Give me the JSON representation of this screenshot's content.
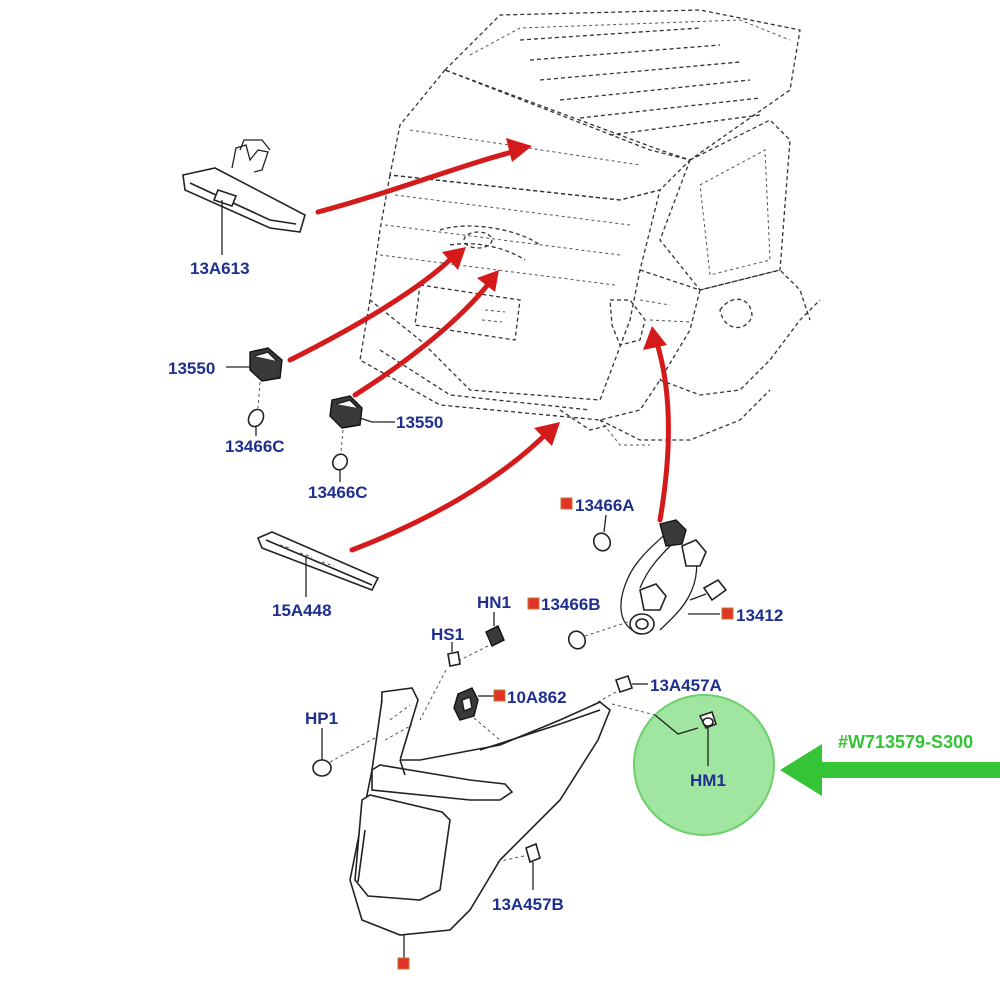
{
  "labels": {
    "p13A613": "13A613",
    "p13550_a": "13550",
    "p13466C_a": "13466C",
    "p13550_b": "13550",
    "p13466C_b": "13466C",
    "p15A448": "15A448",
    "p13466A": "13466A",
    "p13466B": "13466B",
    "p13412": "13412",
    "HN1": "HN1",
    "HS1": "HS1",
    "p10A862": "10A862",
    "p13A457A": "13A457A",
    "HP1": "HP1",
    "HM1": "HM1",
    "p13A457B": "13A457B",
    "part_number": "#W713579-S300"
  },
  "colors": {
    "label_blue": "#1f2f8f",
    "arrow_red": "#d41a1a",
    "highlight_green": "#35c435",
    "marker_red": "#e2322a"
  }
}
